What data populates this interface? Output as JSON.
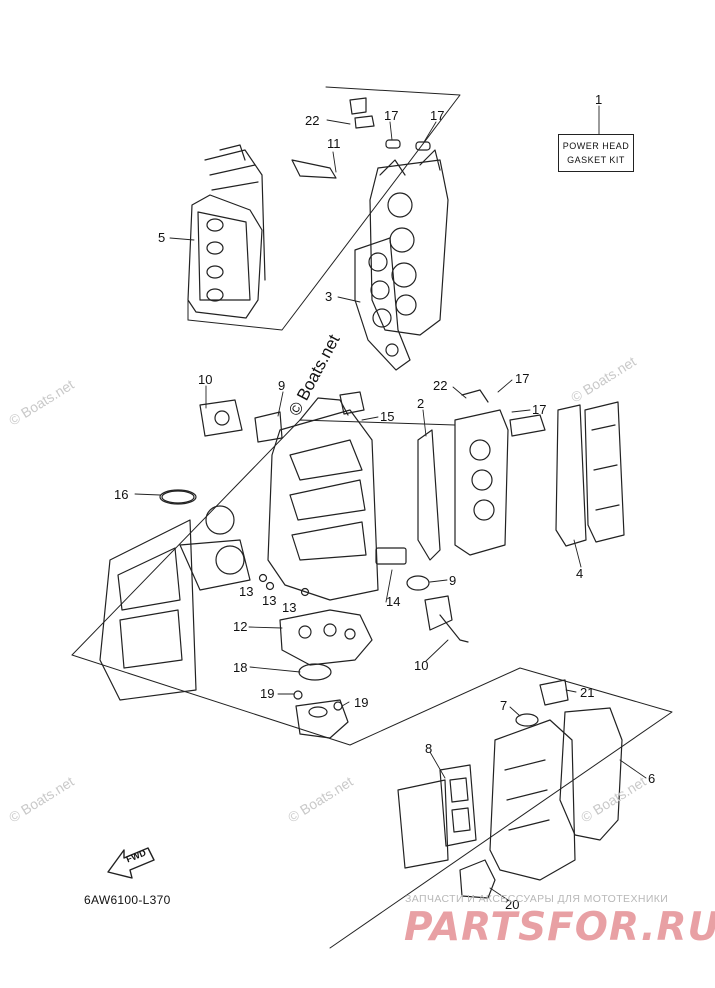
{
  "diagram": {
    "code": "6AW6100-L370",
    "fwd_label": "FWD",
    "kit": {
      "line1": "POWER HEAD",
      "line2": "GASKET KIT"
    },
    "part_numbers": [
      "1",
      "22",
      "17",
      "17",
      "11",
      "5",
      "3",
      "10",
      "9",
      "15",
      "22",
      "17",
      "17",
      "2",
      "16",
      "4",
      "9",
      "13",
      "13",
      "13",
      "14",
      "12",
      "18",
      "10",
      "19",
      "19",
      "7",
      "21",
      "8",
      "6",
      "20"
    ]
  },
  "watermarks": {
    "site": "© Boats.net",
    "shop_line": "ЗАПЧАСТИ И АКСЕССУАРЫ ДЛЯ МОТОТЕХНИКИ",
    "shop_brand": "PARTSFOR.RU"
  },
  "colors": {
    "line": "#222222",
    "watermark": "#c9c9c9",
    "brand": "#e8a0a4"
  }
}
